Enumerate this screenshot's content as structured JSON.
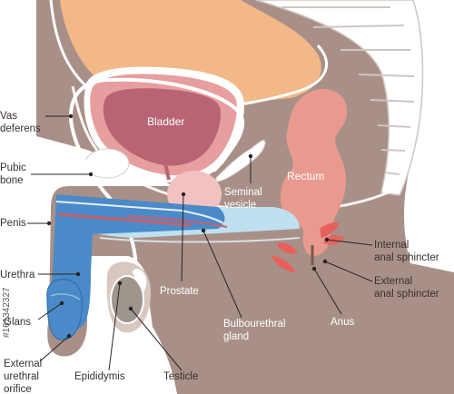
{
  "labels": {
    "bladder": "Bladder",
    "rectum": "Rectum",
    "seminal_vesicle_1": "Seminal",
    "seminal_vesicle_2": "vesicle",
    "vas_deferens_1": "Vas",
    "vas_deferens_2": "deferens",
    "pubic_bone_1": "Pubic",
    "pubic_bone_2": "bone",
    "penis": "Penis",
    "urethra": "Urethra",
    "glans": "Glans",
    "external_urethral_orifice_1": "External",
    "external_urethral_orifice_2": "urethral",
    "external_urethral_orifice_3": "orifice",
    "prostate": "Prostate",
    "bulbourethral_gland_1": "Bulbourethral",
    "bulbourethral_gland_2": "gland",
    "anus": "Anus",
    "internal_anal_sphincter_1": "Internal",
    "internal_anal_sphincter_2": "anal sphincter",
    "external_anal_sphincter_1": "External",
    "external_anal_sphincter_2": "anal sphincter",
    "epididymis": "Epididymis",
    "testicle": "Testicle"
  },
  "side_text": "#161342327",
  "colors": {
    "body": "#a89088",
    "abdomen": "#f3b888",
    "bladder_wall": "#e79e9e",
    "bladder_inner": "#b96474",
    "rectum": "#e99a8e",
    "prostate": "#f2c2c2",
    "urethra": "#4a8ac8",
    "urethra_light": "#bfe0ee",
    "vessel": "#c8606a",
    "sphincter": "#e8605c",
    "bone": "#ffffff",
    "spine": "#e8e8e8"
  }
}
